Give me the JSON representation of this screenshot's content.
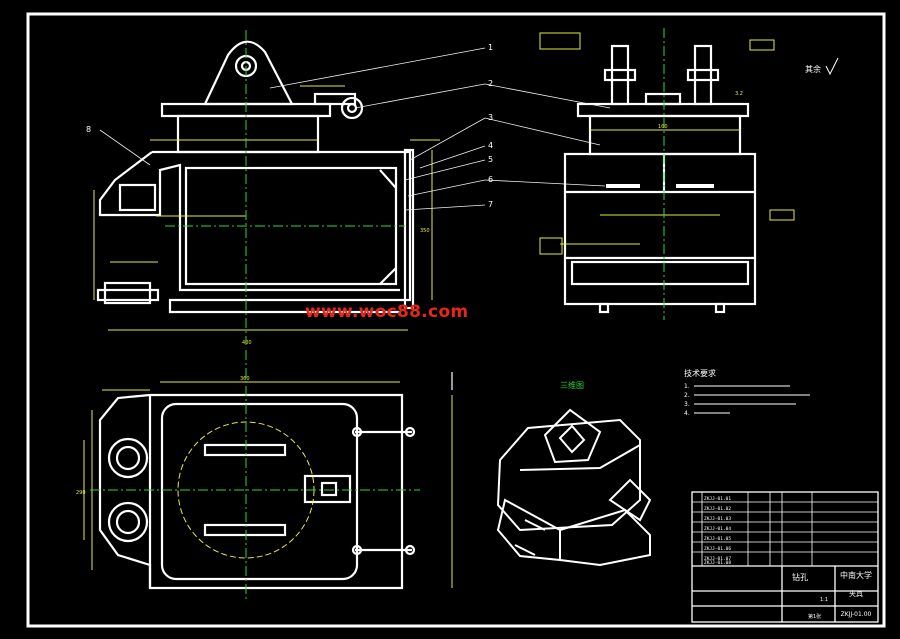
{
  "watermark": "www.woc88.com",
  "view_3d_label": "三维图",
  "finish_note": "其余",
  "tech_requirements": {
    "title": "技术要求",
    "items": [
      "1.",
      "2.",
      "3.",
      "4."
    ]
  },
  "balloons": [
    "1",
    "2",
    "3",
    "4",
    "5",
    "6",
    "7",
    "8"
  ],
  "title_block": {
    "school": "中南大学",
    "name_left": "钻孔",
    "name_right": "夹具",
    "drawing_no": "ZKJJ-01.00",
    "scale": "1:1",
    "sheet": "第1张",
    "bom_codes": [
      "ZKJJ-01.01",
      "ZKJJ-01.02",
      "ZKJJ-01.03",
      "ZKJJ-01.04",
      "ZKJJ-01.05",
      "ZKJJ-01.06",
      "ZKJJ-01.07",
      "ZKJJ-01.08"
    ]
  },
  "dims": {
    "top_width": "400",
    "top_height": "350",
    "bottom_width": "360",
    "bottom_height": "290",
    "side_width": "160",
    "roughness": "3.2"
  },
  "colors": {
    "background": "#000000",
    "frame": "#ffffff",
    "centerline": "#2cd63a",
    "dimension": "#e8e840",
    "leader": "#f0f0f0",
    "watermark": "#e8261c"
  }
}
